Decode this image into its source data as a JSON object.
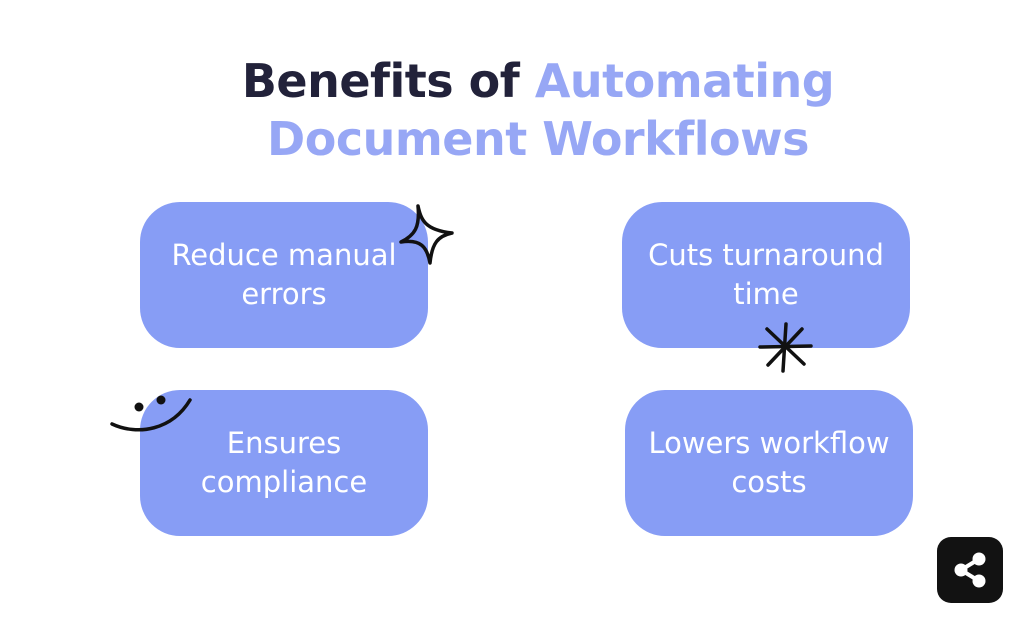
{
  "title": {
    "part1": "Benefits of ",
    "part2": "Automating",
    "part3": "Document Workflows"
  },
  "benefits": [
    "Reduce manual errors",
    "Cuts turnaround time",
    "Ensures compliance",
    "Lowers workflow costs"
  ],
  "colors": {
    "title_dark": "#22223a",
    "title_accent": "#97a7f5",
    "card_fill": "#879df5",
    "card_text": "#ffffff",
    "share_button": "#121212"
  },
  "icons": {
    "decor_1": "sparkle-icon",
    "decor_2": "asterisk-icon",
    "decor_3": "smiley-icon",
    "share": "share-icon"
  }
}
